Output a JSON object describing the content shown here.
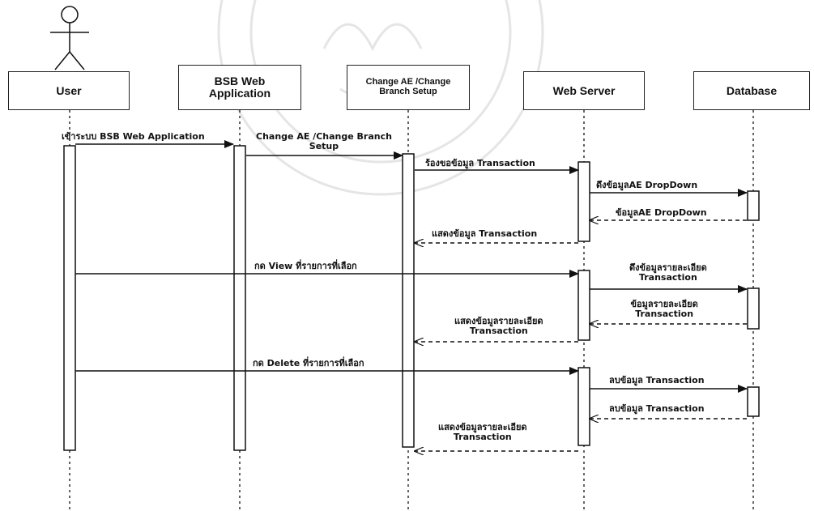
{
  "actor": {
    "name": "User"
  },
  "lifelines": [
    {
      "key": "user",
      "label": "User"
    },
    {
      "key": "bsb",
      "label": "BSB Web\nApplication"
    },
    {
      "key": "change",
      "label": "Change AE /Change\nBranch Setup"
    },
    {
      "key": "web",
      "label": "Web Server"
    },
    {
      "key": "db",
      "label": "Database"
    }
  ],
  "messages": [
    {
      "id": "m1",
      "text": "เข้าระบบ BSB Web Application",
      "style": "sync"
    },
    {
      "id": "m2",
      "text": "Change AE /Change Branch\nSetup",
      "style": "sync"
    },
    {
      "id": "m3",
      "text": "ร้องขอข้อมูล Transaction",
      "style": "sync"
    },
    {
      "id": "m4",
      "text": "ดึงข้อมูลAE DropDown",
      "style": "sync"
    },
    {
      "id": "m5",
      "text": "ข้อมูลAE DropDown",
      "style": "return"
    },
    {
      "id": "m6",
      "text": "แสดงข้อมูล Transaction",
      "style": "return"
    },
    {
      "id": "m7",
      "text": "กด View ที่รายการที่เลือก",
      "style": "sync"
    },
    {
      "id": "m8",
      "text": "ดึงข้อมูลรายละเอียด\nTransaction",
      "style": "sync"
    },
    {
      "id": "m9",
      "text": "ข้อมูลรายละเอียด\nTransaction",
      "style": "return"
    },
    {
      "id": "m10",
      "text": "แสดงข้อมูลรายละเอียด\nTransaction",
      "style": "return"
    },
    {
      "id": "m11",
      "text": "กด Delete ที่รายการที่เลือก",
      "style": "sync"
    },
    {
      "id": "m12",
      "text": "ลบข้อมูล Transaction",
      "style": "sync"
    },
    {
      "id": "m13",
      "text": "ลบข้อมูล Transaction",
      "style": "return"
    },
    {
      "id": "m14",
      "text": "แสดงข้อมูลรายละเอียด\nTransaction",
      "style": "return"
    }
  ]
}
